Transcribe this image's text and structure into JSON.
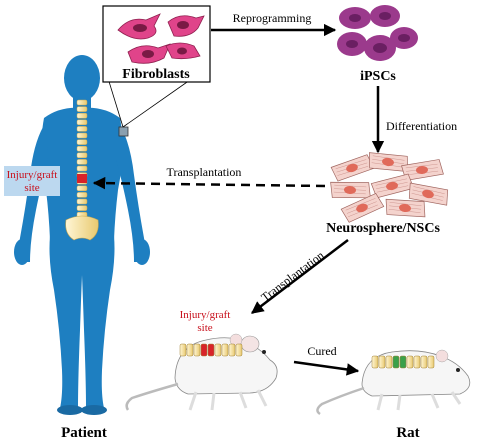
{
  "labels": {
    "fibroblasts": "Fibroblasts",
    "ipscs": "iPSCs",
    "neurosphere": "Neurosphere/NSCs",
    "patient": "Patient",
    "rat": "Rat",
    "injury_line1": "Injury/graft",
    "injury_line2": "site",
    "rat_injury_line1": "Injury/graft",
    "rat_injury_line2": "site"
  },
  "arrows": {
    "reprogramming": "Reprogramming",
    "differentiation": "Differentiation",
    "transplant_patient": "Transplantation",
    "transplant_rat": "Transplantation",
    "cured": "Cured"
  },
  "colors": {
    "body": "#1e7fc1",
    "body_shade": "#1a6aa3",
    "fibroblast": "#e0448a",
    "ipsc": "#9b3a8c",
    "ipsc_nucleus": "#6a1f62",
    "neuro_cell": "#f4d3cd",
    "neuro_nucleus": "#e06a5a",
    "injury_text": "#c8101c",
    "injury_box": "#bcd8ef",
    "spine": "#f2dc9a",
    "graft_red": "#d8232a",
    "graft_green": "#3aa04a"
  }
}
